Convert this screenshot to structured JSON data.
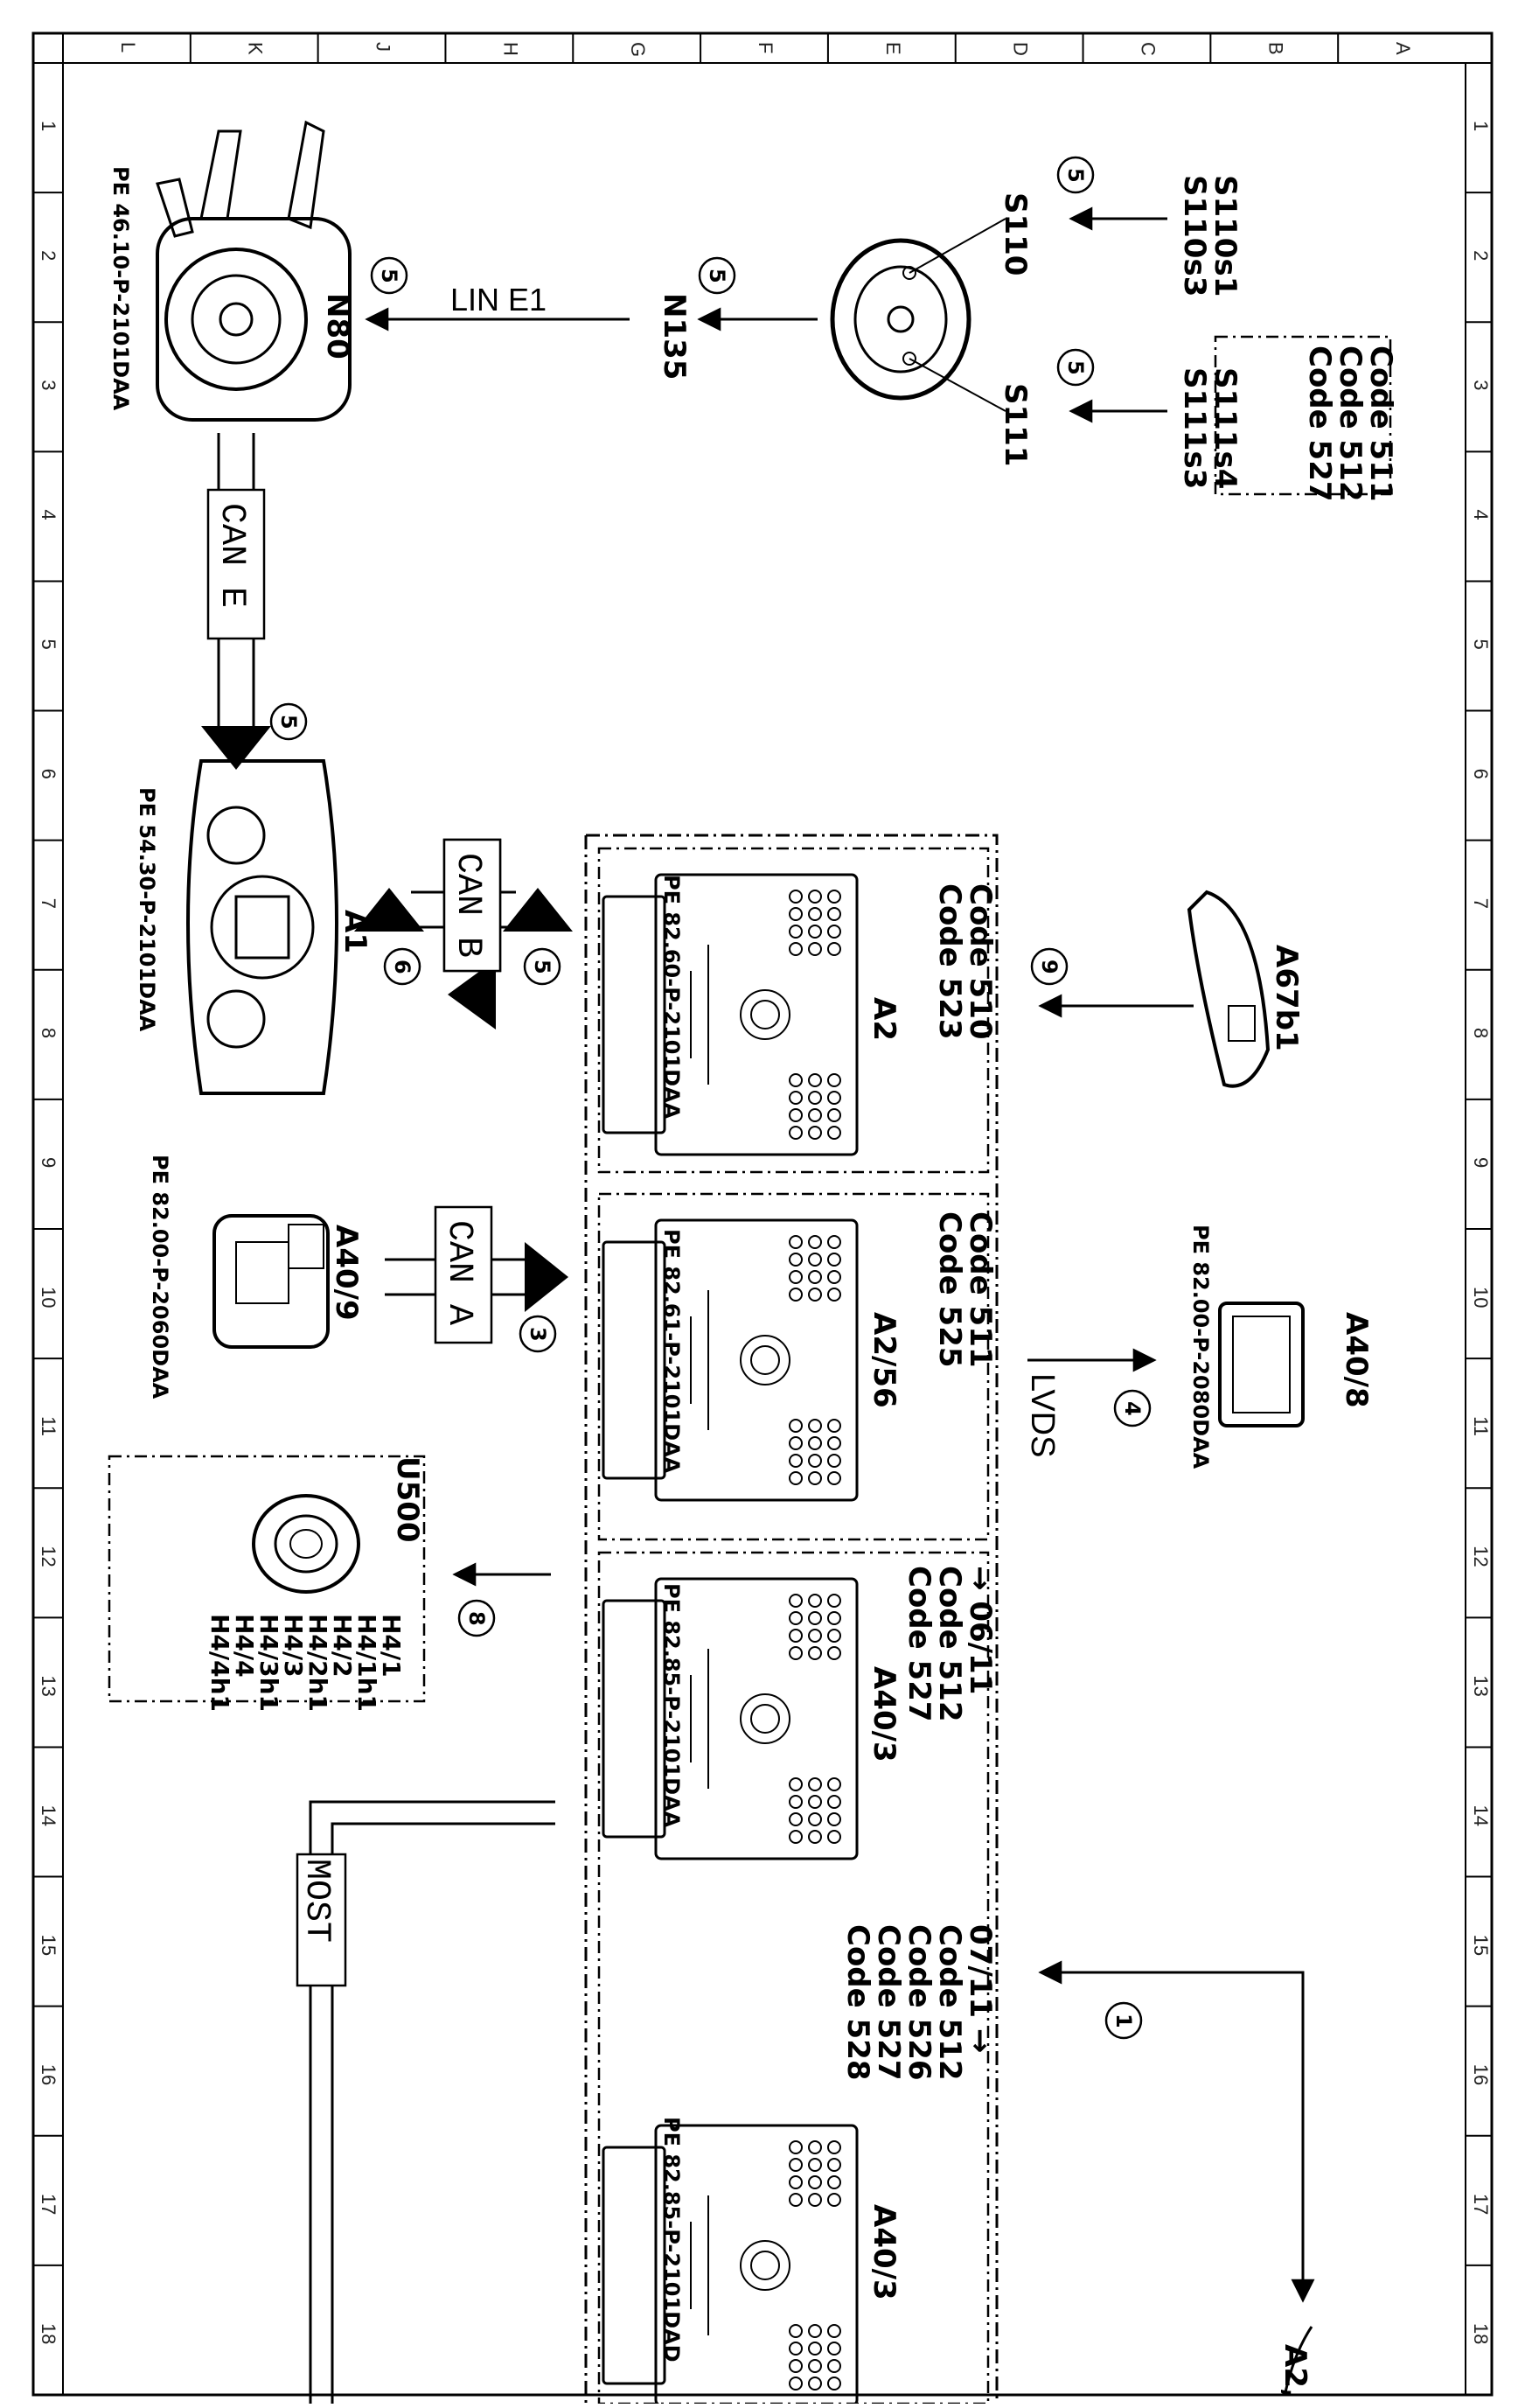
{
  "grid": {
    "rows": [
      "1",
      "2",
      "3",
      "4",
      "5",
      "6",
      "7",
      "8",
      "9",
      "10",
      "11",
      "12",
      "13",
      "14",
      "15",
      "16",
      "17",
      "18"
    ],
    "cols": [
      "L",
      "K",
      "J",
      "H",
      "G",
      "F",
      "E",
      "D",
      "C",
      "B",
      "A"
    ]
  },
  "components": {
    "n80": {
      "label": "N80",
      "ref": "PE 46.10-P-2101DAA"
    },
    "n135": {
      "label": "N135"
    },
    "s110": {
      "label": "S110",
      "sublabels": [
        "S110s1",
        "S110s3"
      ]
    },
    "s111": {
      "label": "S111",
      "sublabels": [
        "S111s4",
        "S111s3"
      ],
      "codes": [
        "Code 511",
        "Code 512",
        "Code 527"
      ]
    },
    "a1": {
      "label": "A1",
      "ref": "PE 54.30-P-2101DAA"
    },
    "a2": {
      "label": "A2",
      "ref": "PE 82.60-P-2101DAA",
      "codes": [
        "Code 510",
        "Code 523"
      ]
    },
    "a2_56": {
      "label": "A2/56",
      "ref": "PE 82.61-P-2101DAA",
      "codes": [
        "Code 511",
        "Code 525"
      ]
    },
    "a40_3a": {
      "label": "A40/3",
      "ref": "PE 82.85-P-2101DAA",
      "codes": [
        "→ 06/11",
        "Code 512",
        "Code 527"
      ]
    },
    "a40_3b": {
      "label": "A40/3",
      "ref": "PE 82.85-P-2101DAD",
      "codes": [
        "07/11 →",
        "Code 512",
        "Code 526",
        "Code 527",
        "Code 528"
      ]
    },
    "a40_9": {
      "label": "A40/9",
      "ref": "PE 82.00-P-2060DAA"
    },
    "a40_8": {
      "label": "A40/8",
      "ref": "PE 82.00-P-2080DAA"
    },
    "a67b1": {
      "label": "A67b1"
    },
    "u500": {
      "label": "U500",
      "items": [
        "H4/1",
        "H4/1h1",
        "H4/2",
        "H4/2h1",
        "H4/3",
        "H4/3h1",
        "H4/4",
        "H4/4h1"
      ]
    },
    "a2_partial": {
      "label": "A2,"
    }
  },
  "buses": {
    "lin": "LIN E1",
    "can_e": "CAN E",
    "can_b": "CAN B",
    "can_a": "CAN A",
    "lvds": "LVDS",
    "most": "MOST"
  },
  "markers": {
    "m5": "5",
    "m6": "6",
    "m9": "9",
    "m3": "3",
    "m4": "4",
    "m8": "8",
    "m1": "1"
  }
}
